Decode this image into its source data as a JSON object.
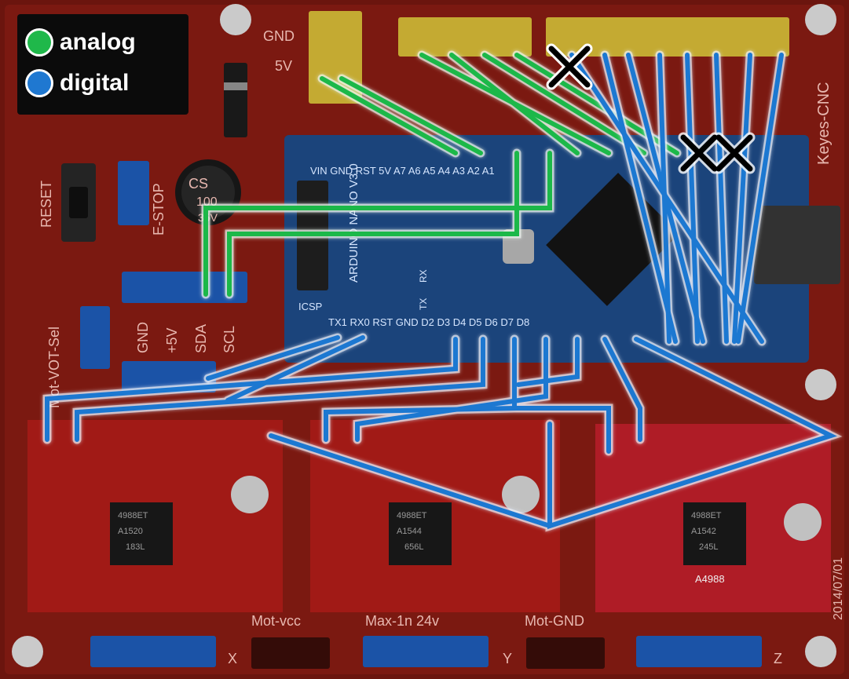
{
  "legend": {
    "analog_label": "analog",
    "digital_label": "digital",
    "analog_color": "#1fb84a",
    "digital_color": "#1f78d1"
  },
  "colors": {
    "board": "#8c1d14",
    "nano": "#1f4e8c",
    "header_yellow": "#e0c23a",
    "driver_red": "#b81e1a"
  },
  "board_labels": {
    "brand": "Keyes-CNC",
    "date": "2014/07/01",
    "reset": "RESET",
    "estop": "E-STOP",
    "mot_vot_sel": "Mot-VOT-Sel",
    "gnd_top": "GND",
    "v5_top": "5V",
    "gnd_left": "GND",
    "v5_left": "+5V",
    "sda": "SDA",
    "scl": "SCL",
    "mot_vcc": "Mot-vcc",
    "max_in": "Max-1n 24v",
    "mot_gnd": "Mot-GND",
    "x_axis": "X",
    "y_axis": "Y",
    "z_axis": "Z",
    "cap_cs": "CS",
    "cap_100": "100",
    "cap_35v": "35V"
  },
  "nano": {
    "top_pins": "VIN GND RST 5V A7 A6 A5 A4 A3 A2 A1",
    "bottom_pins": "TX1 RX0 RST GND D2 D3 D4 D5 D6 D7 D8",
    "name": "ARDUINO NANO V3.0",
    "icsp": "ICSP",
    "rx": "RX",
    "tx": "TX"
  },
  "drivers": [
    {
      "chip_top": "4988ET",
      "chip_mid": "A1520",
      "chip_bot": "183L"
    },
    {
      "chip_top": "4988ET",
      "chip_mid": "A1544",
      "chip_bot": "656L"
    },
    {
      "chip_top": "4988ET",
      "chip_mid": "A1542",
      "chip_bot": "245L",
      "label": "A4988"
    }
  ]
}
